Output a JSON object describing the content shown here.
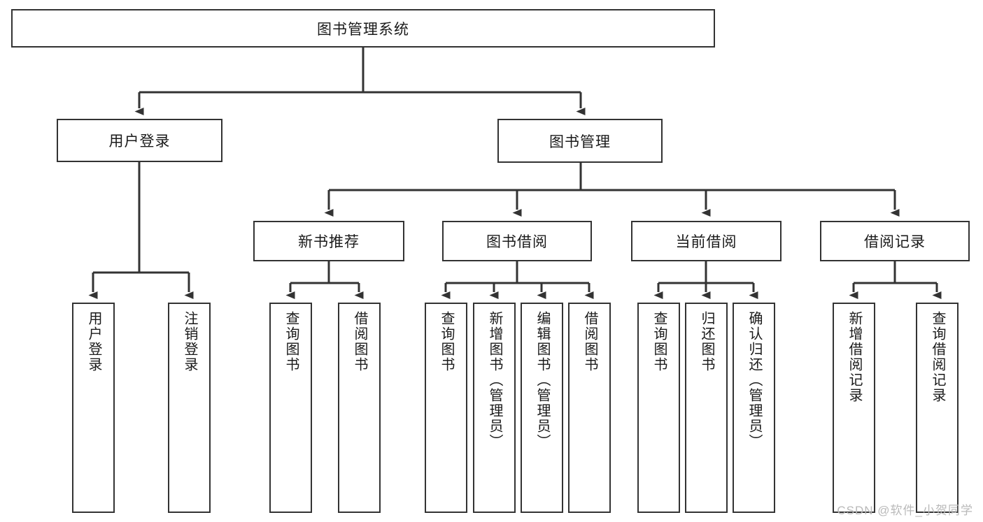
{
  "diagram": {
    "title": "图书管理系统",
    "type": "tree",
    "watermark": "CSDN @软件_小贺同学",
    "colors": {
      "stroke": "#333333",
      "fill": "#ffffff",
      "text": "#1a1a1a",
      "watermark": "#b9b9b9"
    },
    "root": {
      "label": "图书管理系统"
    },
    "level2": [
      {
        "label": "用户登录"
      },
      {
        "label": "图书管理"
      }
    ],
    "level3": [
      {
        "label": "新书推荐"
      },
      {
        "label": "图书借阅"
      },
      {
        "label": "当前借阅"
      },
      {
        "label": "借阅记录"
      }
    ],
    "leaves": {
      "user_login": [
        {
          "label": "用户登录"
        },
        {
          "label": "注销登录"
        }
      ],
      "new_book": [
        {
          "label": "查询图书"
        },
        {
          "label": "借阅图书"
        }
      ],
      "book_borrow": [
        {
          "label": "查询图书"
        },
        {
          "label": "新增图书（管理员）"
        },
        {
          "label": "编辑图书（管理员）"
        },
        {
          "label": "借阅图书"
        }
      ],
      "current_borrow": [
        {
          "label": "查询图书"
        },
        {
          "label": "归还图书"
        },
        {
          "label": "确认归还（管理员）"
        }
      ],
      "borrow_record": [
        {
          "label": "新增借阅记录"
        },
        {
          "label": "查询借阅记录"
        }
      ]
    }
  }
}
